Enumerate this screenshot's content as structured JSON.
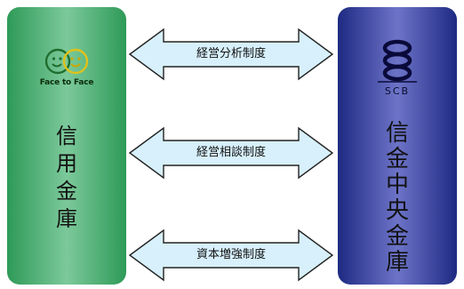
{
  "left_panel": {
    "logo_text": "Face to Face",
    "chars": [
      "信",
      "用",
      "金",
      "庫"
    ],
    "color": "#4cb574"
  },
  "right_panel": {
    "logo_text": "SCB",
    "chars": [
      "信",
      "金",
      "中",
      "央",
      "金",
      "庫"
    ],
    "color": "#3b43a8"
  },
  "arrows": [
    {
      "label": "経営分析制度"
    },
    {
      "label": "経営相談制度"
    },
    {
      "label": "資本増強制度"
    }
  ],
  "arrow_fill": "#d7f0fb"
}
